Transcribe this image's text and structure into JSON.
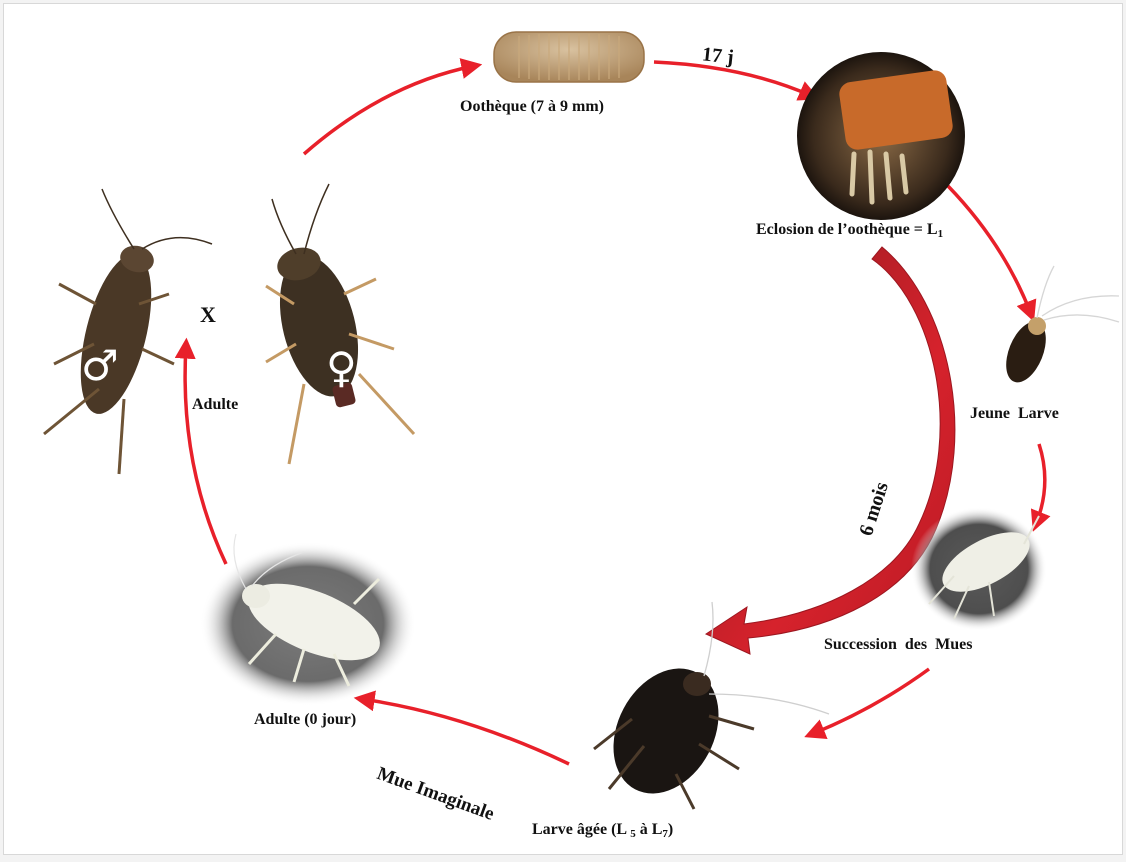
{
  "labels": {
    "ootheque": "Oothèque (7 à 9 mm)",
    "duration_17j": "17 j",
    "eclosion": "Eclosion de l’oothèque = L",
    "eclosion_sub": "1",
    "jeune_larve": "Jeune  Larve",
    "succession": "Succession  des  Mues",
    "larve_agee_a": "Larve âgée (L ",
    "larve_agee_sub1": "5",
    "larve_agee_b": " à L",
    "larve_agee_sub2": "7",
    "larve_agee_c": ")",
    "mue_imaginale": "Mue Imaginale",
    "adulte_0": "Adulte (0 jour)",
    "adulte": "Adulte",
    "cross": "X",
    "duration_6mois": "6 mois"
  },
  "symbols": {
    "male": "♂",
    "female": "♀"
  },
  "colors": {
    "arrow": "#e8202a",
    "big_arrow": "#b81a24",
    "text": "#111111"
  }
}
